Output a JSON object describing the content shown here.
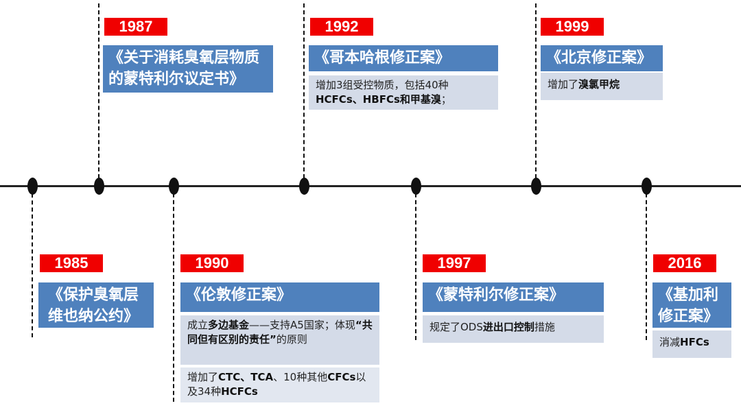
{
  "colors": {
    "year": "#f00000",
    "title": "#4f81bd",
    "desc": "#d4dbe8",
    "axis": "#222222"
  },
  "events": {
    "e1985": {
      "year": "1985",
      "title": "《保护臭氧层维也纳公约》"
    },
    "e1987": {
      "year": "1987",
      "title": "《关于消耗臭氧层物质的蒙特利尔议定书》"
    },
    "e1990": {
      "year": "1990",
      "title": "《伦敦修正案》",
      "desc1": [
        {
          "t": "成立"
        },
        {
          "t": "多边基金",
          "b": true
        },
        {
          "t": "——支持A5国家；体现"
        },
        {
          "t": "“共同但有区别的责任”",
          "b": true
        },
        {
          "t": "的原则"
        }
      ],
      "desc2": [
        {
          "t": "增加了"
        },
        {
          "t": "CTC、TCA",
          "b": true
        },
        {
          "t": "、10种其他"
        },
        {
          "t": "CFCs",
          "b": true
        },
        {
          "t": "以及34种"
        },
        {
          "t": "HCFCs",
          "b": true
        }
      ]
    },
    "e1992": {
      "year": "1992",
      "title": "《哥本哈根修正案》",
      "desc": [
        {
          "t": "增加3组受控物质，包括40种"
        },
        {
          "t": "HCFCs、HBFCs和甲基溴",
          "b": true
        },
        {
          "t": "；"
        }
      ]
    },
    "e1997": {
      "year": "1997",
      "title": "《蒙特利尔修正案》",
      "desc": [
        {
          "t": "规定了ODS"
        },
        {
          "t": "进出口控制",
          "b": true
        },
        {
          "t": "措施"
        }
      ]
    },
    "e1999": {
      "year": "1999",
      "title": "《北京修正案》",
      "desc": [
        {
          "t": "增加了"
        },
        {
          "t": "溴氯甲烷",
          "b": true
        }
      ]
    },
    "e2016": {
      "year": "2016",
      "title": "《基加利修正案》",
      "desc": [
        {
          "t": "消减"
        },
        {
          "t": "HFCs",
          "b": true
        }
      ]
    }
  }
}
